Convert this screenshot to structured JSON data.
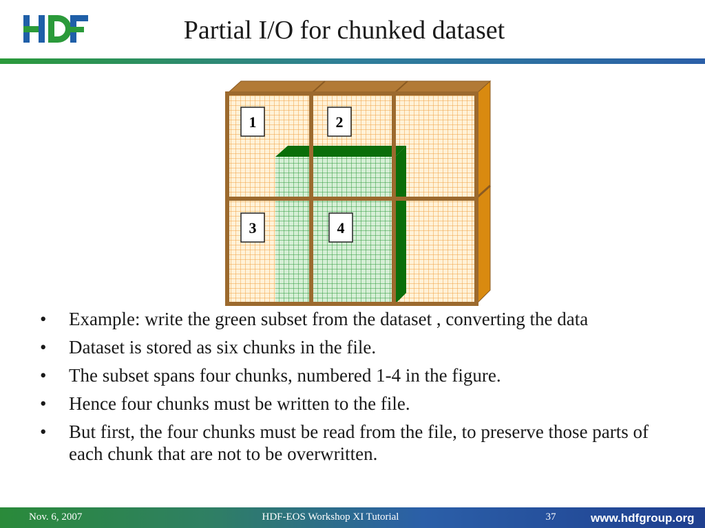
{
  "logo": {
    "icon": "hdf-logo-icon"
  },
  "title": "Partial I/O for chunked dataset",
  "figure": {
    "chunk_labels": [
      "1",
      "2",
      "3",
      "4"
    ],
    "colors": {
      "frame": "#9c6a2e",
      "frame_top": "#b27a36",
      "frame_side": "#d98a10",
      "chunk_bg": "#fff2d8",
      "chunk_grid": "#f0a040",
      "subset_bg": "#d6efd6",
      "subset_grid": "#2e9a3a",
      "subset_top": "#0a6e0a",
      "subset_side": "#0a6e0a"
    }
  },
  "bullets": [
    "Example: write the green subset from the dataset , converting the data",
    "Dataset is stored as six chunks in the file.",
    "The subset spans four chunks, numbered 1-4 in the figure.",
    "Hence four chunks must be written to the file.",
    "But first, the four chunks must be read from the file, to preserve those parts of  each chunk that are not to be overwritten."
  ],
  "bullet_symbol": "•",
  "footer": {
    "date": "Nov. 6, 2007",
    "center": "HDF-EOS Workshop XI Tutorial",
    "page": "37",
    "url": "www.hdfgroup.org"
  }
}
